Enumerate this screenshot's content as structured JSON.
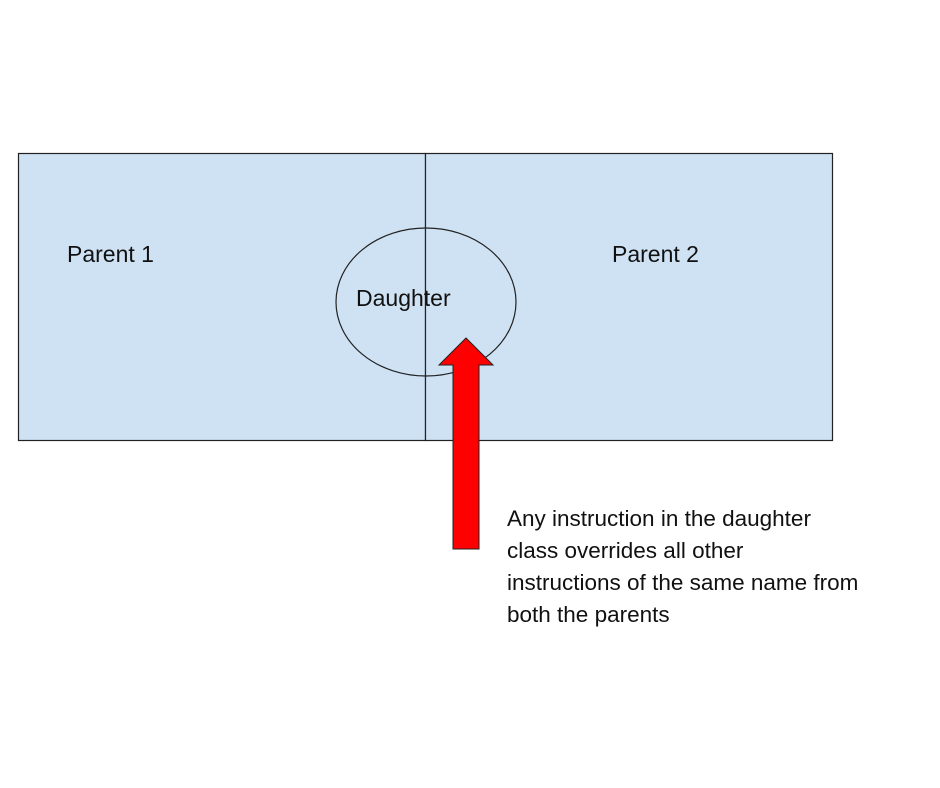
{
  "diagram": {
    "parent1_label": "Parent 1",
    "parent2_label": "Parent 2",
    "daughter_label": "Daughter",
    "note_lines": [
      "Any instruction in the daughter",
      "class overrides all other",
      "instructions of the same name from",
      "both the parents"
    ]
  },
  "colors": {
    "box_fill": "#cfe2f3",
    "stroke": "#222222",
    "arrow_fill": "#ff0000",
    "text": "#111111"
  }
}
